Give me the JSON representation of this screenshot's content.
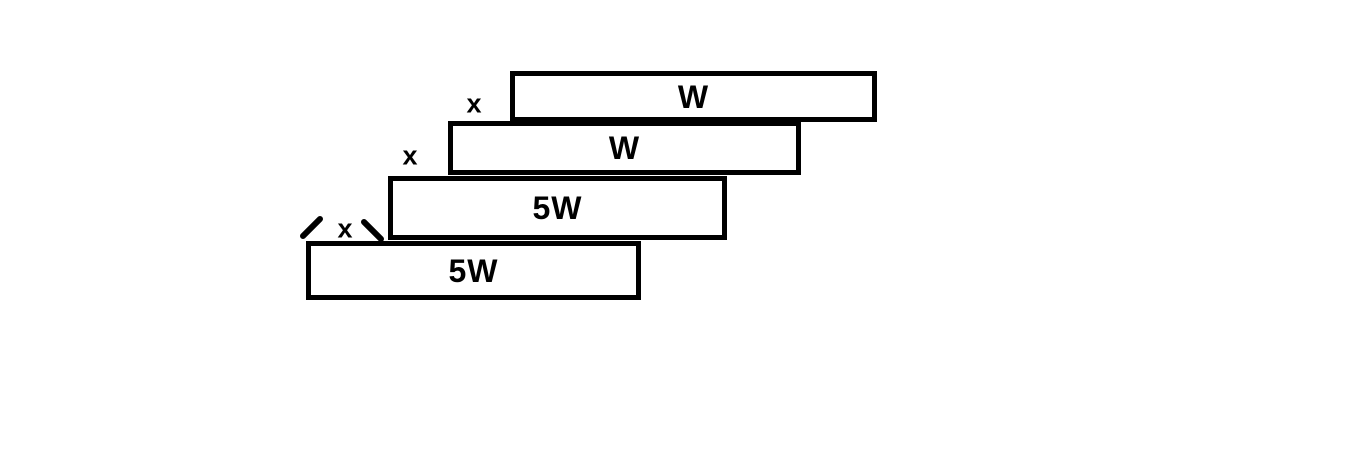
{
  "diagram": {
    "description": "Staircase stack of four overlapping planks with horizontal offset x between successive left edges",
    "background_color": "#ffffff",
    "line_color": "#000000",
    "planks": [
      {
        "label": "W"
      },
      {
        "label": "W"
      },
      {
        "label": "5W"
      },
      {
        "label": "5W"
      }
    ],
    "offset_labels": [
      {
        "text": "x"
      },
      {
        "text": "x"
      },
      {
        "text": "x"
      }
    ],
    "icons": [
      {
        "name": "left-tick-mark",
        "glyph": "diagonal-stroke-up-right"
      },
      {
        "name": "right-tick-mark",
        "glyph": "diagonal-stroke-down-right"
      }
    ]
  }
}
